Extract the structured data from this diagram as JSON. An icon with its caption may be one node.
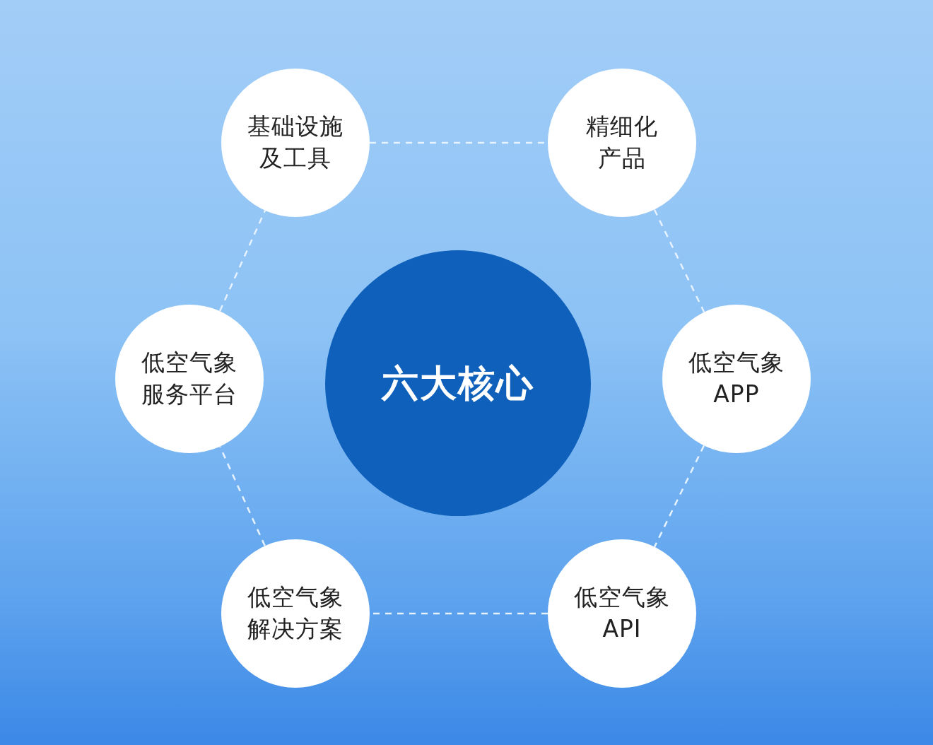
{
  "diagram": {
    "nodes": [
      {
        "text": [
          "基础设施及工具"
        ]
      },
      {
        "text": [
          "精细化产品"
        ]
      },
      {
        "text": [
          "低空气象服务平台"
        ]
      },
      {
        "text": [
          "六大核心"
        ]
      },
      {
        "text": [
          "低空气象APP"
        ]
      },
      {
        "text": [
          "低空气象解决方案"
        ]
      },
      {
        "text": [
          "低空气象API"
        ]
      }
    ],
    "edges": [
      {
        "from": 0,
        "to": 1,
        "arrow": "none",
        "style": "dashed"
      },
      {
        "from": 1,
        "to": 4,
        "arrow": "none",
        "style": "dashed"
      },
      {
        "from": 4,
        "to": 6,
        "arrow": "none",
        "style": "dashed"
      },
      {
        "from": 6,
        "to": 5,
        "arrow": "none",
        "style": "dashed"
      },
      {
        "from": 5,
        "to": 2,
        "arrow": "none",
        "style": "dashed"
      },
      {
        "from": 2,
        "to": 0,
        "arrow": "none",
        "style": "dashed"
      }
    ]
  }
}
